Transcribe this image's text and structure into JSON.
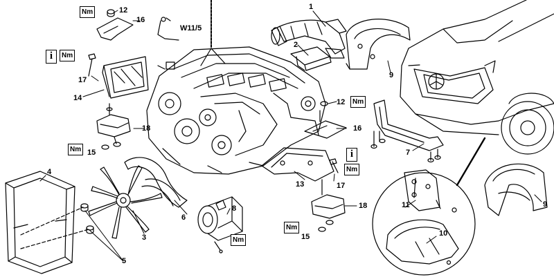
{
  "colors": {
    "ink": "#000000",
    "paper": "#ffffff"
  },
  "icons": {
    "info": "info-i-icon",
    "torque": "torque-nm-badge",
    "tool": "tool-reference-label"
  },
  "callouts": {
    "c1": "1",
    "c2": "2",
    "c3": "3",
    "c4": "4",
    "c5": "5",
    "c6": "6",
    "c7": "7",
    "c8": "8",
    "c9a": "9",
    "c9b": "9",
    "c10": "10",
    "c11": "11",
    "c12a": "12",
    "c12b": "12",
    "c13": "13",
    "c14": "14",
    "c15a": "15",
    "c15b": "15",
    "c16a": "16",
    "c16b": "16",
    "c17a": "17",
    "c17b": "17",
    "c18a": "18",
    "c18b": "18"
  },
  "tool_label": "W11/5",
  "badges": {
    "nm": "Nm",
    "info": "i"
  }
}
